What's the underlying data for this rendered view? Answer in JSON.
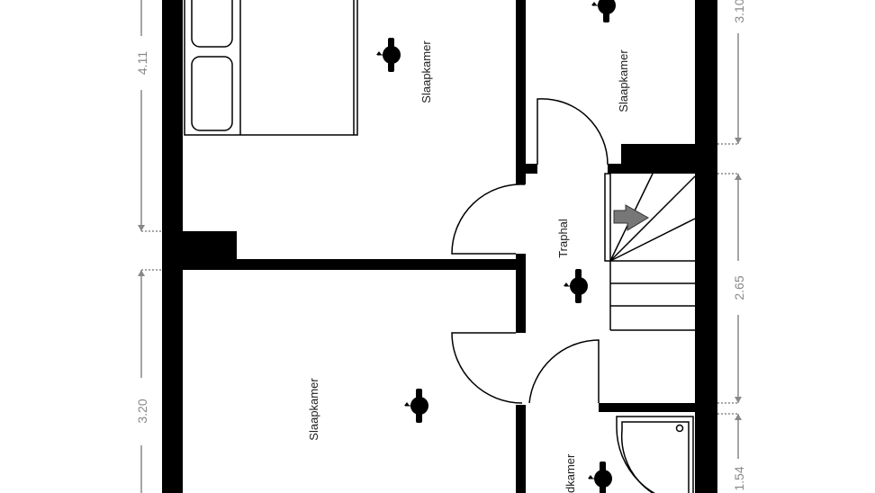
{
  "rooms": {
    "bedroom_top_left": "Slaapkamer",
    "bedroom_top_right": "Slaapkamer",
    "bedroom_bottom_left": "Slaapkamer",
    "stair_hall": "Traphal",
    "bathroom_partial": "dkamer"
  },
  "dimensions": {
    "left_top": "4.11",
    "left_bottom": "3.20",
    "right_top": "3.10",
    "right_middle": "2.65",
    "right_bottom": "1.54"
  },
  "colors": {
    "wall": "#000000",
    "dimension": "#888888",
    "stair_arrow": "#777777"
  }
}
